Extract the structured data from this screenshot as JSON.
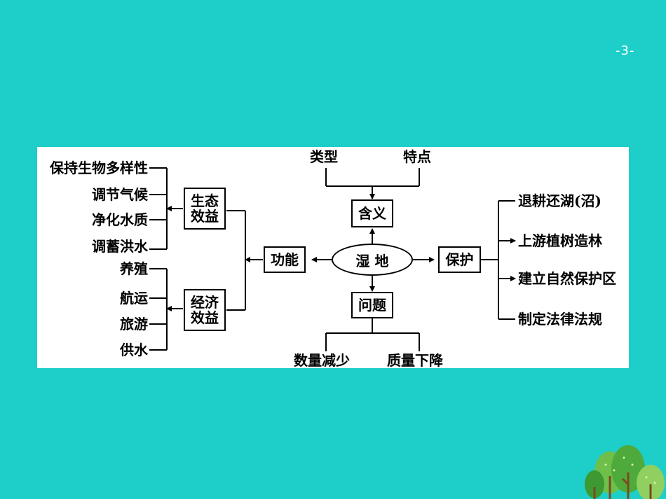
{
  "page_number": "-3-",
  "diagram": {
    "center": "湿  地",
    "top": {
      "box": "含义",
      "inputs": [
        "类型",
        "特点"
      ]
    },
    "bottom": {
      "box": "问题",
      "outputs": [
        "数量减少",
        "质量下降"
      ]
    },
    "left": {
      "box": "功能",
      "groups": [
        {
          "box_line1": "生态",
          "box_line2": "效益",
          "items": [
            "保持生物多样性",
            "调节气候",
            "净化水质",
            "调蓄洪水"
          ]
        },
        {
          "box_line1": "经济",
          "box_line2": "效益",
          "items": [
            "养殖",
            "航运",
            "旅游",
            "供水"
          ]
        }
      ]
    },
    "right": {
      "box": "保护",
      "items": [
        "退耕还湖(沼)",
        "上游植树造林",
        "建立自然保护区",
        "制定法律法规"
      ]
    }
  }
}
